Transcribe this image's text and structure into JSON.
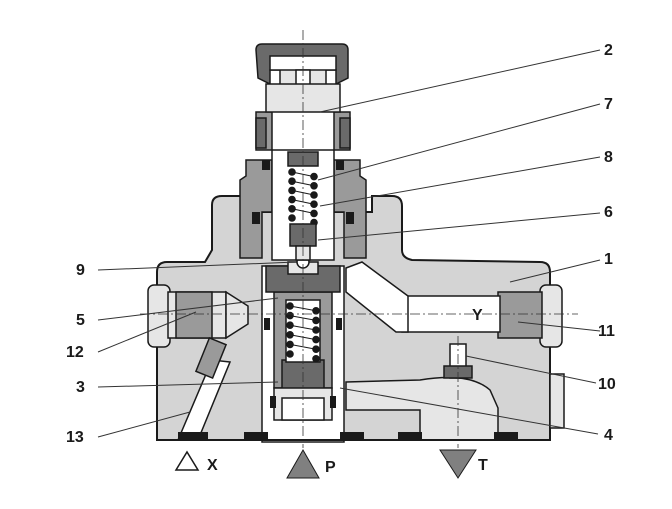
{
  "callouts": {
    "c2": "2",
    "c7": "7",
    "c8": "8",
    "c6": "6",
    "c1": "1",
    "c9": "9",
    "c5": "5",
    "c12": "12",
    "c11": "11",
    "c3": "3",
    "c10": "10",
    "c13": "13",
    "c4": "4"
  },
  "ports": {
    "x": "X",
    "p": "P",
    "t": "T",
    "y": "Y"
  },
  "colors": {
    "body": "#d4d4d4",
    "dark": "#6a6a6a",
    "line": "#1a1a1a"
  }
}
